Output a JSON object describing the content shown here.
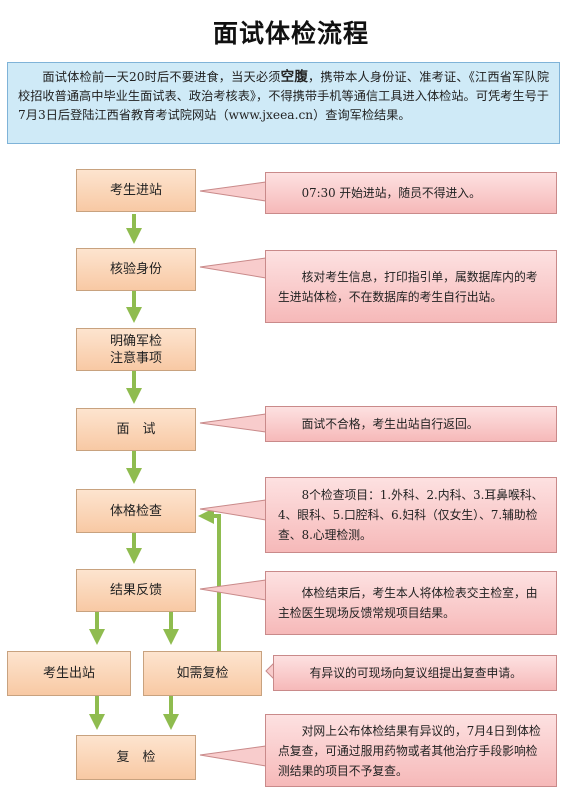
{
  "title": "面试体检流程",
  "intro": {
    "before_bold": "面试体检前一天20时后不要进食，当天必须",
    "bold": "空腹",
    "after_bold": "，携带本人身份证、准考证、《江西省军队院校招收普通高中毕业生面试表、政治考核表》，不得携带手机等通信工具进入体检站。可凭考生号于7月3日后登陆江西省教育考试院网站（www.jxeea.cn）查询军检结果。"
  },
  "steps": [
    {
      "id": "arrive",
      "label": "考生进站"
    },
    {
      "id": "verify",
      "label": "核验身份"
    },
    {
      "id": "notice",
      "label": "明确军检\n注意事项"
    },
    {
      "id": "interview",
      "label": "面　试"
    },
    {
      "id": "exam",
      "label": "体格检查"
    },
    {
      "id": "feedback",
      "label": "结果反馈"
    },
    {
      "id": "leave",
      "label": "考生出站"
    },
    {
      "id": "need_recheck",
      "label": "如需复检"
    },
    {
      "id": "recheck",
      "label": "复　检"
    }
  ],
  "notes": [
    {
      "id": "arrive",
      "text": "07:30 开始进站，随员不得进入。"
    },
    {
      "id": "verify",
      "text": "核对考生信息，打印指引单，属数据库内的考生进站体检，不在数据库的考生自行出站。"
    },
    {
      "id": "interview",
      "text": "面试不合格，考生出站自行返回。"
    },
    {
      "id": "exam",
      "text": "8个检查项目：1.外科、2.内科、3.耳鼻喉科、4、眼科、5.口腔科、6.妇科（仅女生）、7.辅助检查、8.心理检测。"
    },
    {
      "id": "feedback",
      "text": "体检结束后，考生本人将体检表交主检室，由主检医生现场反馈常规项目结果。"
    },
    {
      "id": "need_recheck",
      "text": "有异议的可现场向复议组提出复查申请。"
    },
    {
      "id": "recheck",
      "text": "对网上公布体检结果有异议的，7月4日到体检点复查，可通过服用药物或者其他治疗手段影响检测结果的项目不予复查。"
    }
  ],
  "colors": {
    "step_fill": "#f8c9a4",
    "note_fill": "#f6b9b9",
    "intro_fill": "#cfeaf7",
    "arrow": "#8fbc4f"
  }
}
